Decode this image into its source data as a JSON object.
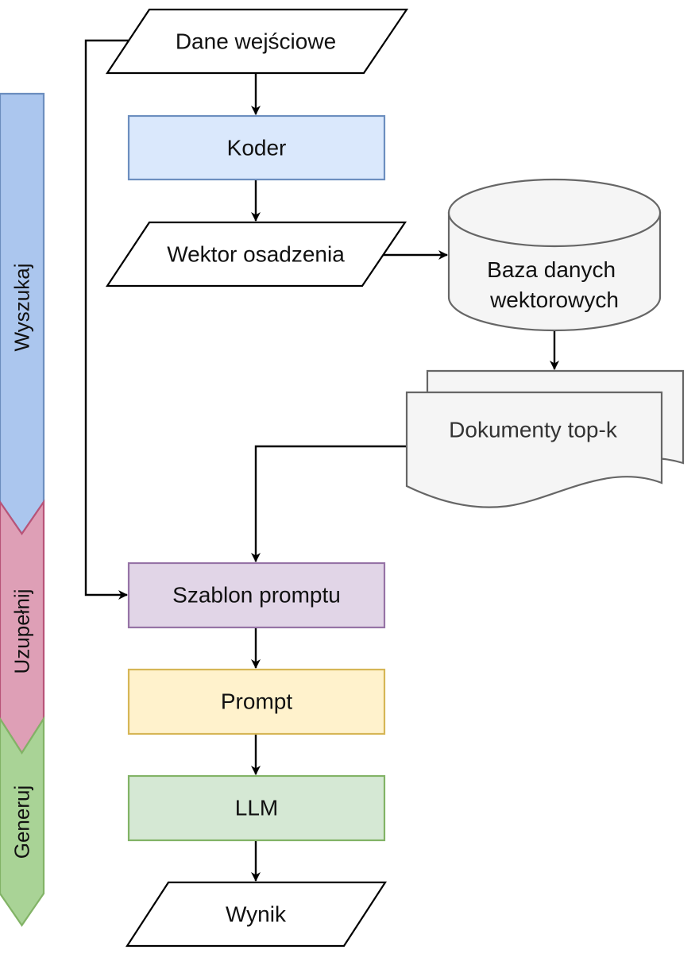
{
  "phases": {
    "retrieve": {
      "label": "Wyszukaj",
      "fill": "#abc6ee",
      "stroke": "#6c8ebf"
    },
    "augment": {
      "label": "Uzupełnij",
      "fill": "#de9fb6",
      "stroke": "#b85478"
    },
    "generate": {
      "label": "Generuj",
      "fill": "#a9d396",
      "stroke": "#82b366"
    }
  },
  "nodes": {
    "input": {
      "label": "Dane wejściowe",
      "shape": "parallelogram",
      "fill": "#ffffff",
      "stroke": "#000000"
    },
    "encoder": {
      "label": "Koder",
      "shape": "rectangle",
      "fill": "#dae8fc",
      "stroke": "#6c8ebf"
    },
    "embedding": {
      "label": "Wektor osadzenia",
      "shape": "parallelogram",
      "fill": "#ffffff",
      "stroke": "#000000"
    },
    "vector_db": {
      "label_line1": "Baza danych",
      "label_line2": "wektorowych",
      "shape": "cylinder",
      "fill": "#f5f5f5",
      "stroke": "#666666"
    },
    "topk_docs": {
      "label": "Dokumenty top-k",
      "shape": "multi-document",
      "fill": "#f5f5f5",
      "stroke": "#666666"
    },
    "prompt_template": {
      "label": "Szablon promptu",
      "shape": "rectangle",
      "fill": "#e1d5e7",
      "stroke": "#9673a6"
    },
    "prompt": {
      "label": "Prompt",
      "shape": "rectangle",
      "fill": "#fff2cc",
      "stroke": "#d6b656"
    },
    "llm": {
      "label": "LLM",
      "shape": "rectangle",
      "fill": "#d5e8d4",
      "stroke": "#82b366"
    },
    "output": {
      "label": "Wynik",
      "shape": "parallelogram",
      "fill": "#ffffff",
      "stroke": "#000000"
    }
  },
  "edges": [
    {
      "from": "input",
      "to": "encoder"
    },
    {
      "from": "encoder",
      "to": "embedding"
    },
    {
      "from": "embedding",
      "to": "vector_db"
    },
    {
      "from": "vector_db",
      "to": "topk_docs"
    },
    {
      "from": "topk_docs",
      "to": "prompt_template"
    },
    {
      "from": "input",
      "to": "prompt_template"
    },
    {
      "from": "prompt_template",
      "to": "prompt"
    },
    {
      "from": "prompt",
      "to": "llm"
    },
    {
      "from": "llm",
      "to": "output"
    }
  ]
}
